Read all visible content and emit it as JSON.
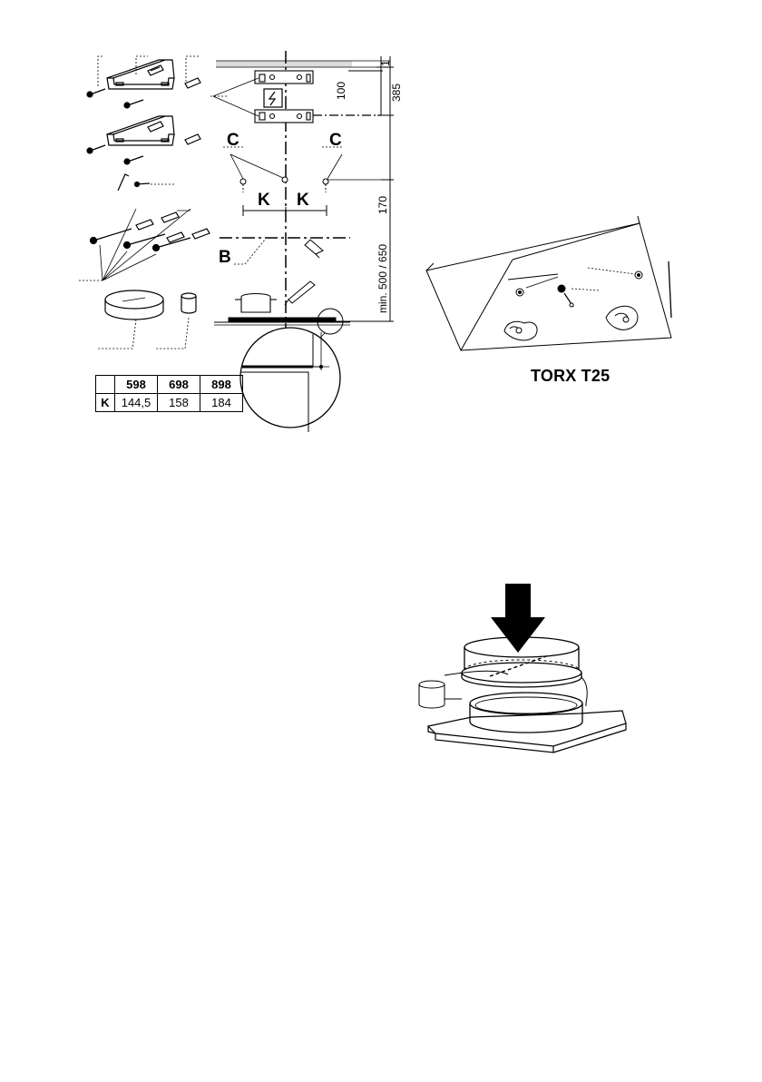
{
  "dimensions": {
    "d1": "1",
    "d100": "100",
    "d385": "385",
    "d170": "170",
    "dmin": "min. 500 / 650"
  },
  "labels": {
    "c_left": "C",
    "c_right": "C",
    "k_left": "K",
    "k_right": "K",
    "b": "B"
  },
  "k_table": {
    "header": [
      "",
      "598",
      "698",
      "898"
    ],
    "row": [
      "K",
      "144,5",
      "158",
      "184"
    ]
  },
  "torx_label": "TORX T25",
  "colors": {
    "line": "#000000",
    "light_fill": "#e6e6e6",
    "background": "#ffffff"
  }
}
